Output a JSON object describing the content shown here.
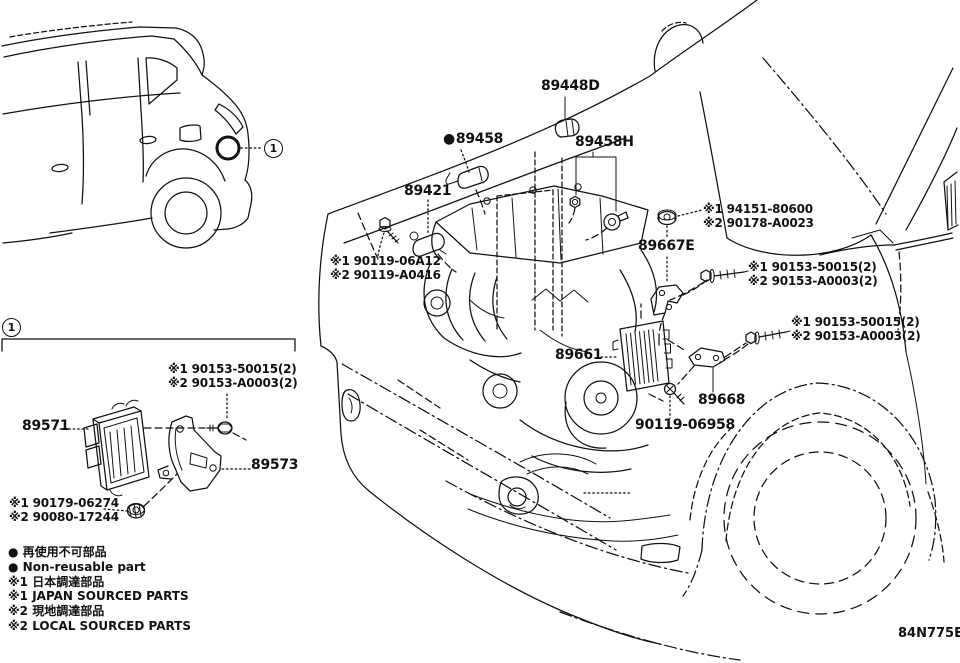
{
  "colors": {
    "ink": "#111111",
    "paper": "#ffffff"
  },
  "footer": {
    "code": "84N775E"
  },
  "callout": {
    "number": "1"
  },
  "markers": {
    "non_reusable": "●"
  },
  "parts": {
    "hood_sensor": "89448D",
    "coil_sensor": "89458",
    "sensor_set": "89458H",
    "cam_sensor": "89421",
    "bracket_cowl": "89667E",
    "ecu_main": "89661",
    "bracket_side": "89668",
    "bolt_ecu": "90119-06958",
    "inset_ecu": "89571",
    "inset_bracket": "89573"
  },
  "notes": {
    "engine_bolt": {
      "line1": "※1 90119-06A12",
      "line2": "※2 90119-A0416"
    },
    "cowl_nut": {
      "line1": "※1 94151-80600",
      "line2": "※2 90178-A0023"
    },
    "bracket_bolt_upper": {
      "line1": "※1 90153-50015(2)",
      "line2": "※2 90153-A0003(2)"
    },
    "bracket_bolt_lower": {
      "line1": "※1 90153-50015(2)",
      "line2": "※2 90153-A0003(2)"
    },
    "inset_bolt": {
      "line1": "※1 90153-50015(2)",
      "line2": "※2 90153-A0003(2)"
    },
    "inset_nut": {
      "line1": "※1 90179-06274",
      "line2": "※2 90080-17244"
    }
  },
  "legend": {
    "line1": "● 再使用不可部品",
    "line2": "● Non-reusable part",
    "line3": "※1 日本調達部品",
    "line4": "※1 JAPAN SOURCED PARTS",
    "line5": "※2 現地調達部品",
    "line6": "※2 LOCAL SOURCED PARTS"
  }
}
